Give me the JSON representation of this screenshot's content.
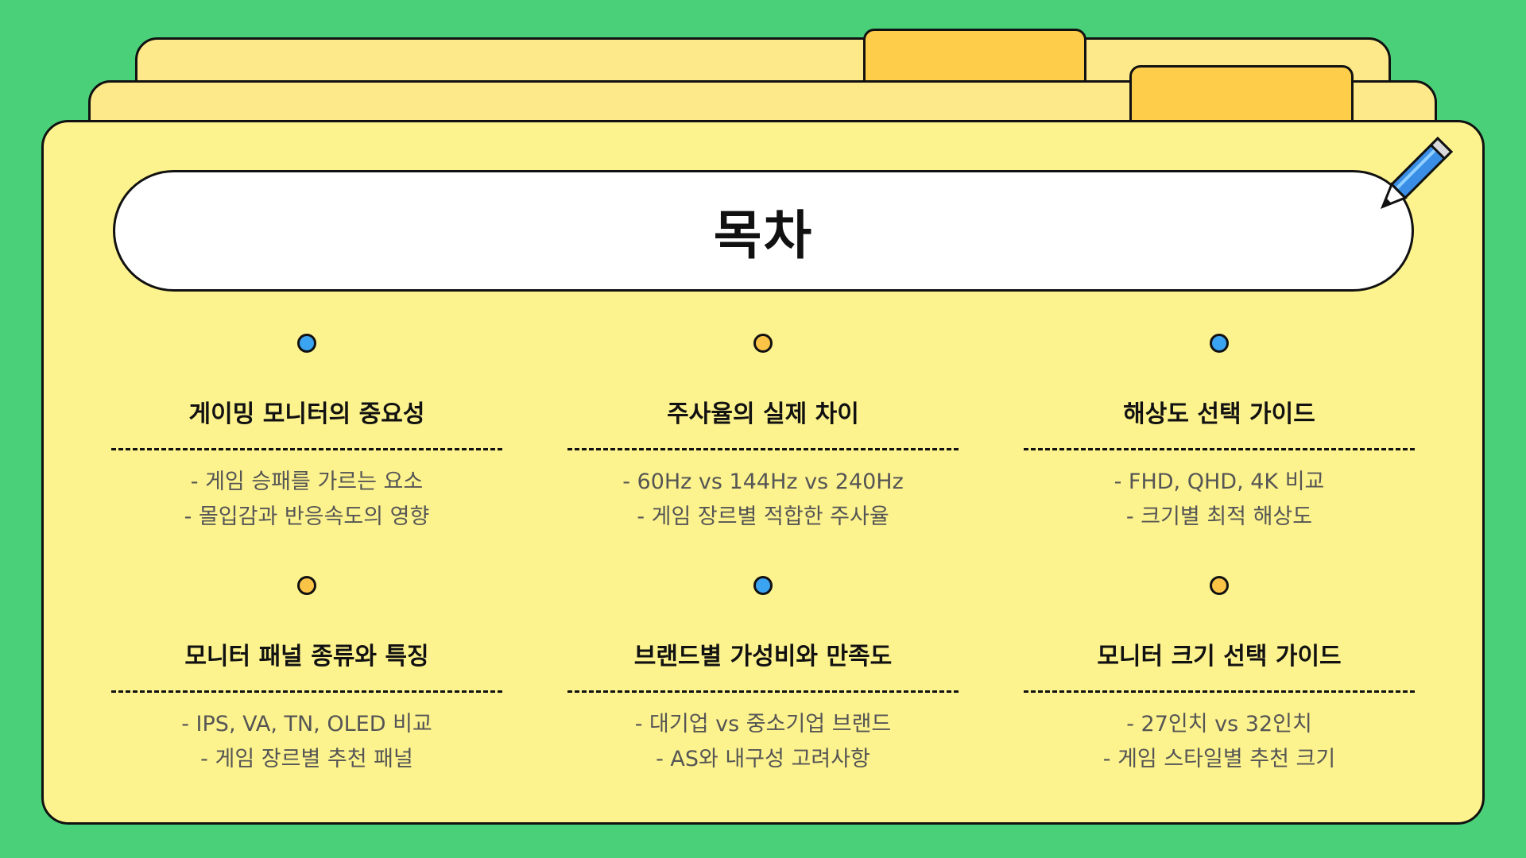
{
  "title": "목차",
  "items": [
    {
      "heading": "게이밍 모니터의 중요성",
      "lines": [
        "- 게임 승패를 가르는 요소",
        "- 몰입감과 반응속도의 영향"
      ],
      "dot": "blue"
    },
    {
      "heading": "주사율의 실제 차이",
      "lines": [
        "- 60Hz vs 144Hz vs 240Hz",
        "- 게임 장르별 적합한 주사율"
      ],
      "dot": "yellow"
    },
    {
      "heading": "해상도 선택 가이드",
      "lines": [
        "- FHD, QHD, 4K 비교",
        "- 크기별 최적 해상도"
      ],
      "dot": "blue"
    },
    {
      "heading": "모니터 패널 종류와 특징",
      "lines": [
        "- IPS, VA, TN, OLED 비교",
        "- 게임 장르별 추천 패널"
      ],
      "dot": "yellow"
    },
    {
      "heading": "브랜드별 가성비와 만족도",
      "lines": [
        "- 대기업 vs 중소기업 브랜드",
        "- AS와 내구성 고려사항"
      ],
      "dot": "blue"
    },
    {
      "heading": "모니터 크기 선택 가이드",
      "lines": [
        "- 27인치 vs 32인치",
        "- 게임 스타일별 추천 크기"
      ],
      "dot": "yellow"
    }
  ],
  "colors": {
    "background": "#4bd07a",
    "folder": "#fdf38e",
    "tab": "#fece4a",
    "dot_blue": "#3aa3f2",
    "dot_yellow": "#fcc446"
  },
  "icons": {
    "decoration": "pencil-icon"
  }
}
